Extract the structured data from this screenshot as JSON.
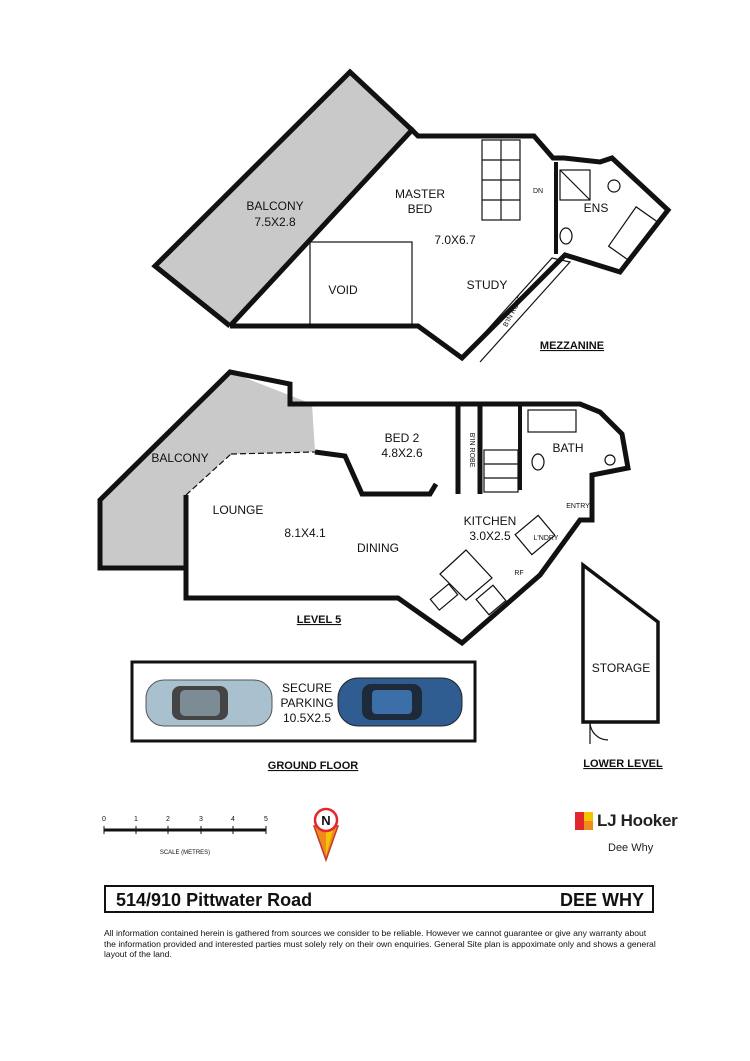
{
  "mezzanine": {
    "title": "MEZZANINE",
    "balcony_name": "BALCONY",
    "balcony_size": "7.5X2.8",
    "master_bed_line1": "MASTER",
    "master_bed_line2": "BED",
    "master_bed_size": "7.0X6.7",
    "void": "VOID",
    "study": "STUDY",
    "stair": "DN",
    "ensuite": "ENS",
    "robe": "B'IN ROBE"
  },
  "level5": {
    "title": "LEVEL 5",
    "balcony": "BALCONY",
    "bed2": "BED 2",
    "bed2_size": "4.8X2.6",
    "robe": "B'IN ROBE",
    "bath": "BATH",
    "entry": "ENTRY",
    "lounge": "LOUNGE",
    "lounge_size": "8.1X4.1",
    "dining": "DINING",
    "kitchen": "KITCHEN",
    "kitchen_size": "3.0X2.5",
    "laundry": "L'NDRY",
    "fridge": "RF"
  },
  "ground_floor": {
    "title": "GROUND FLOOR",
    "parking_line1": "SECURE",
    "parking_line2": "PARKING",
    "parking_size": "10.5X2.5"
  },
  "lower_level": {
    "title": "LOWER LEVEL",
    "storage": "STORAGE"
  },
  "scale": {
    "ticks": [
      "0",
      "1",
      "2",
      "3",
      "4",
      "5"
    ],
    "label": "SCALE (METRES)"
  },
  "compass": {
    "letter": "N"
  },
  "agency": {
    "name": "LJ Hooker",
    "branch": "Dee Why",
    "colors": {
      "red": "#e3262d",
      "yellow": "#f4c400",
      "orange": "#f08a1c"
    }
  },
  "address": {
    "street": "514/910 Pittwater Road",
    "suburb": "DEE WHY"
  },
  "disclaimer": "All information contained herein is gathered from sources we consider to be reliable.  However we cannot guarantee or give any warranty about the information provided and interested parties must solely rely on their own enquiries.  General Site plan is appoximate only and shows a general layout of the land.",
  "cars": {
    "left_color": "#a9c0cf",
    "right_color": "#2f5d91"
  }
}
